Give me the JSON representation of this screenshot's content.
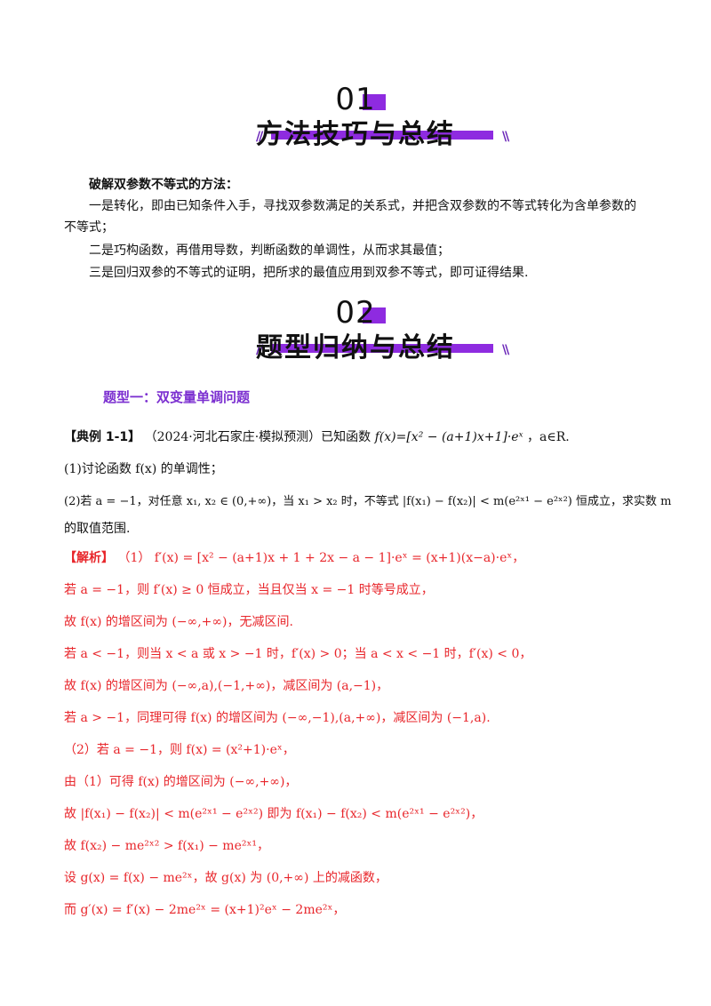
{
  "section1": {
    "number": "01",
    "title": "方法技巧与总结",
    "deco_left": "//",
    "deco_right": "\\\\"
  },
  "method": {
    "heading": "破解双参数不等式的方法：",
    "line1a": "一是转化，即由已知条件入手，寻找双参数满足的关系式，并把含双参数的不等式转化为含单参数的",
    "line1b": "不等式；",
    "line2": "二是巧构函数，再借用导数，判断函数的单调性，从而求其最值；",
    "line3": "三是回归双参的不等式的证明，把所求的最值应用到双参不等式，即可证得结果."
  },
  "section2": {
    "number": "02",
    "title": "题型归纳与总结",
    "deco_left": "//",
    "deco_right": "\\\\"
  },
  "type1": {
    "heading": "题型一：双变量单调问题"
  },
  "example": {
    "label": "【典例 1-1】",
    "source": "（2024·河北石家庄·模拟预测）已知函数",
    "func": "f(x)=[x² − (a+1)x+1]·eˣ",
    "cond": "，a∈R.",
    "q1": "(1)讨论函数 f(x) 的单调性；",
    "q2a": "(2)若 a = −1，对任意 x₁, x₂ ∈ (0,+∞)，当 x₁ > x₂ 时，不等式 |f(x₁) − f(x₂)| < m(e²ˣ¹ − e²ˣ²) 恒成立，求实数 m",
    "q2b": "的取值范围."
  },
  "solution": {
    "label": "【解析】",
    "s1": "（1） f′(x) = [x² − (a+1)x + 1 + 2x − a − 1]·eˣ = (x+1)(x−a)·eˣ，",
    "s2": "若 a = −1，则 f′(x) ≥ 0 恒成立，当且仅当 x = −1 时等号成立，",
    "s3": "故 f(x) 的增区间为 (−∞,+∞)，无减区间.",
    "s4": "若 a < −1，则当 x < a 或 x > −1 时，f′(x) > 0；当 a < x < −1 时，f′(x) < 0，",
    "s5": "故 f(x) 的增区间为 (−∞,a),(−1,+∞)，减区间为 (a,−1)，",
    "s6": "若 a > −1，同理可得 f(x) 的增区间为 (−∞,−1),(a,+∞)，减区间为 (−1,a).",
    "s7": "（2）若 a = −1，则 f(x) = (x²+1)·eˣ，",
    "s8": "由（1）可得 f(x) 的增区间为 (−∞,+∞)，",
    "s9": "故 |f(x₁) − f(x₂)| < m(e²ˣ¹ − e²ˣ²) 即为 f(x₁) − f(x₂) < m(e²ˣ¹ − e²ˣ²)，",
    "s10": "故 f(x₂) − me²ˣ² > f(x₁) − me²ˣ¹，",
    "s11": "设 g(x) = f(x) − me²ˣ，故 g(x) 为 (0,+∞) 上的减函数，",
    "s12": "而 g′(x) = f′(x) − 2me²ˣ = (x+1)²eˣ − 2me²ˣ，"
  }
}
